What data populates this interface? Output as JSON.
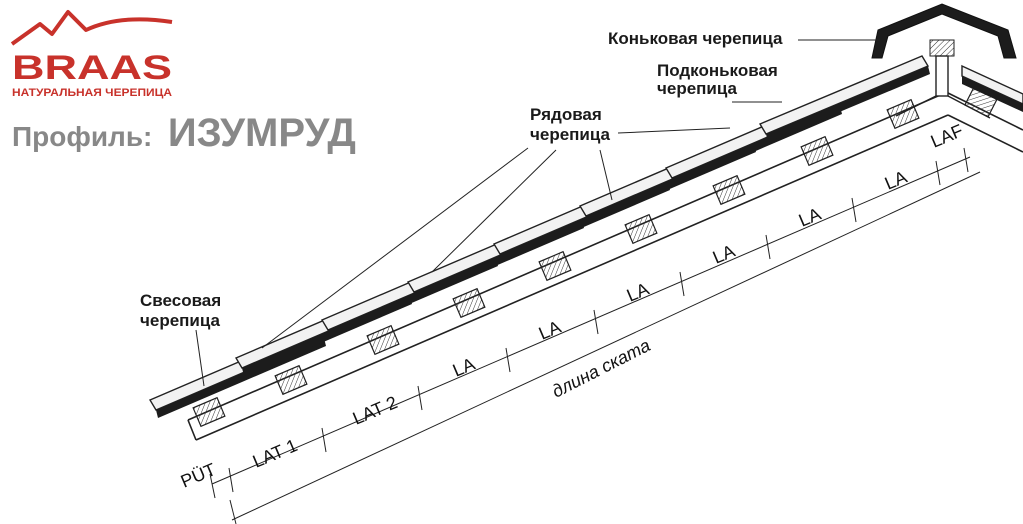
{
  "logo": {
    "brand": "BRAAS",
    "tagline": "НАТУРАЛЬНАЯ ЧЕРЕПИЦА",
    "color": "#c8322b"
  },
  "profile": {
    "prefix": "Профиль:",
    "name": "ИЗУМРУД"
  },
  "callouts": {
    "ridge": "Коньковая черепица",
    "subridge_1": "Подконьковая",
    "subridge_2": "черепица",
    "row_1": "Рядовая",
    "row_2": "черепица",
    "eaves_1": "Свесовая",
    "eaves_2": "черепица"
  },
  "dimensions": {
    "segments": [
      "PÜT",
      "LAT 1",
      "LAT 2",
      "LA",
      "LA",
      "LA",
      "LA",
      "LA",
      "LA",
      "LAF"
    ],
    "slope_length": "длина ската"
  },
  "colors": {
    "tile_dark": "#1c1c1c",
    "tile_light": "#f2f2f2",
    "line": "#222222"
  }
}
